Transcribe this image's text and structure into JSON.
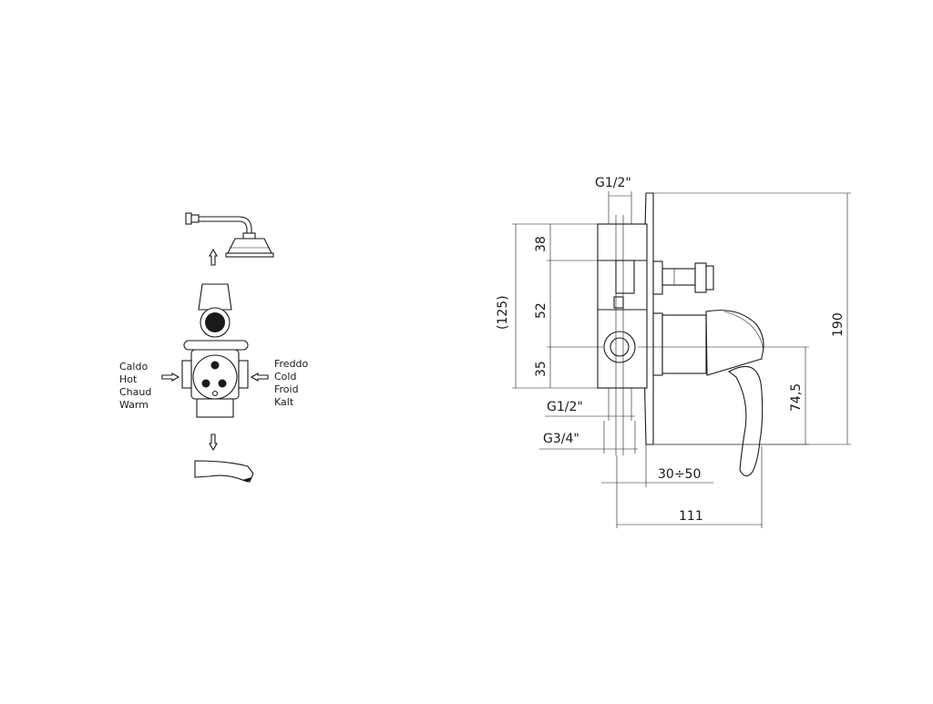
{
  "hot_labels": [
    "Caldo",
    "Hot",
    "Chaud",
    "Warm"
  ],
  "cold_labels": [
    "Freddo",
    "Cold",
    "Froid",
    "Kalt"
  ],
  "dimensions": {
    "g12_top": "G1/2\"",
    "d38": "38",
    "d52": "52",
    "d35": "35",
    "d125": "(125)",
    "d190": "190",
    "d745": "74,5",
    "g12_bottom": "G1/2\"",
    "g34": "G3/4\"",
    "d30_50": "30÷50",
    "d111": "111"
  },
  "colors": {
    "line": "#1a1a1a",
    "background": "#ffffff"
  }
}
